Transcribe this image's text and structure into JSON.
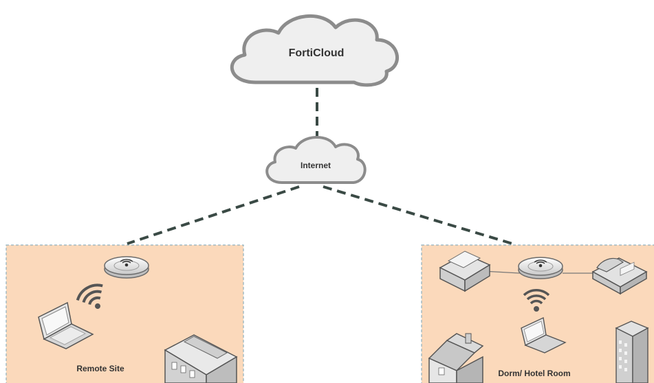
{
  "nodes": {
    "forticloud": {
      "label": "FortiCloud"
    },
    "internet": {
      "label": "Internet"
    }
  },
  "sites": {
    "remote": {
      "label": "Remote Site"
    },
    "dorm": {
      "label": "Dorm/ Hotel Room"
    }
  },
  "icons": [
    "cloud-icon",
    "access-point-icon",
    "wifi-signal-icon",
    "laptop-icon",
    "building-icon",
    "printer-icon",
    "desk-phone-icon",
    "house-icon",
    "office-tower-icon"
  ],
  "colors": {
    "site_fill": "#fbd9bb",
    "site_border": "#8fb0bd",
    "link": "#3a4a45",
    "cloud_fill": "#efefef",
    "cloud_stroke": "#8c8c8c"
  }
}
